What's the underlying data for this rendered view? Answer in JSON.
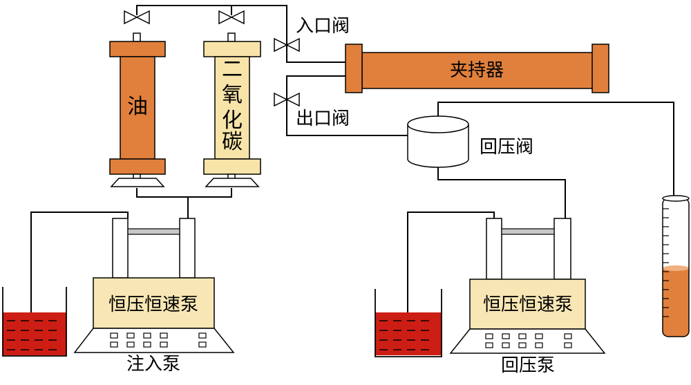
{
  "labels": {
    "oil": "油",
    "co2": [
      "二",
      "氧",
      "化",
      "碳"
    ],
    "inlet_valve": "入口阀",
    "outlet_valve": "出口阀",
    "holder": "夹持器",
    "back_pressure_valve": "回压阀",
    "pump_left": "恒压恒速泵",
    "pump_right": "恒压恒速泵",
    "injection_pump": "注入泵",
    "back_pressure_pump": "回压泵"
  },
  "colors": {
    "orange": "#e0803c",
    "cream": "#f8e4a8",
    "red": "#cc1e14",
    "pump_body": "#f8e6b4",
    "bar": "#c8c8c8"
  }
}
